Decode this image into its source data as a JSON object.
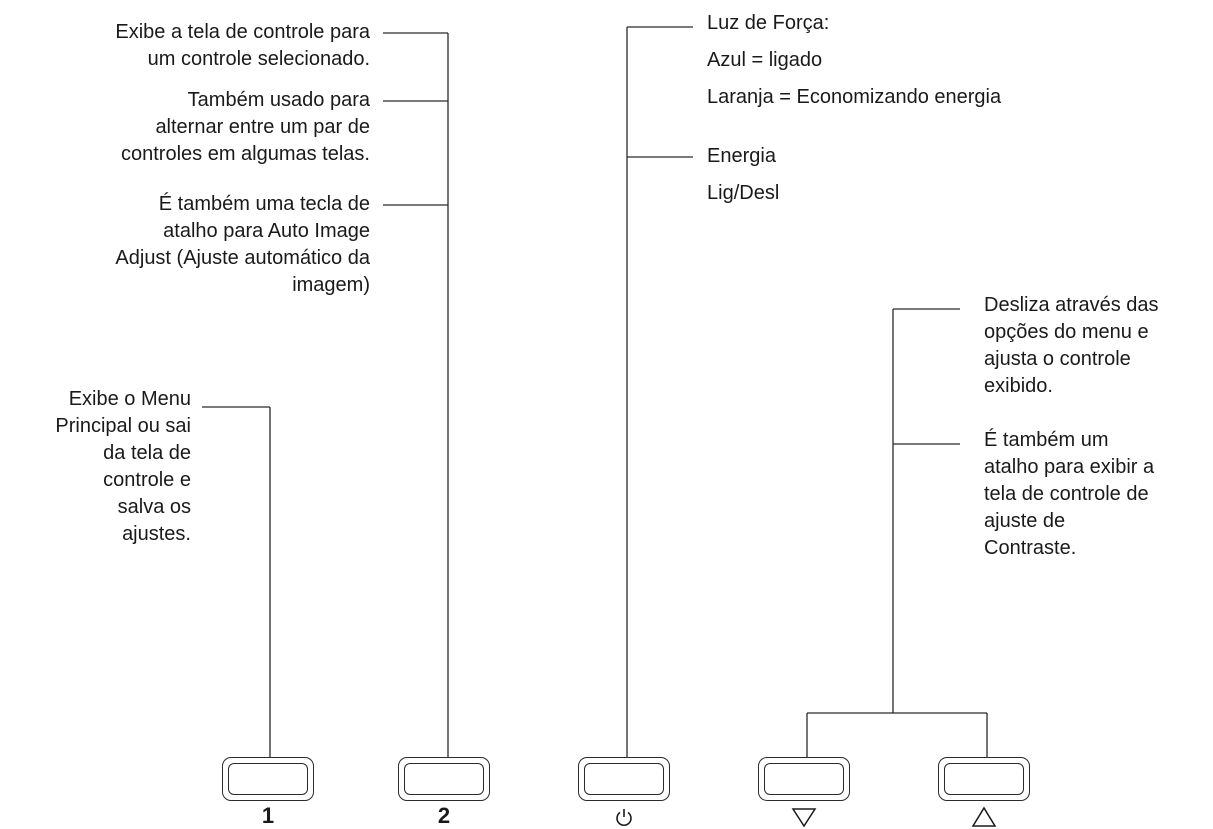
{
  "callouts": {
    "key2_line1": [
      "Exibe a tela de controle para",
      "um controle selecionado."
    ],
    "key2_line2": [
      "Também usado para",
      "alternar entre um par de",
      "controles em algumas telas."
    ],
    "key2_line3": [
      "É também uma tecla de",
      "atalho para Auto Image",
      "Adjust (Ajuste automático da",
      "imagem)"
    ],
    "key1": [
      "Exibe o Menu",
      "Principal ou sai",
      "da tela de",
      "controle e",
      "salva os",
      "ajustes."
    ],
    "power_light": [
      "Luz de Força:",
      "Azul = ligado",
      "Laranja = Economizando energia"
    ],
    "power_button": [
      "Energia",
      "Lig/Desl"
    ],
    "arrows_1": [
      "Desliza através das",
      "opções do menu e",
      "ajusta o controle",
      "exibido."
    ],
    "arrows_2": [
      "É também um",
      "atalho para exibir a",
      "tela de controle de",
      "ajuste de",
      "Contraste."
    ]
  },
  "keys": {
    "key1_label": "1",
    "key2_label": "2",
    "power_icon": "power-icon",
    "down_icon": "triangle-down-icon",
    "up_icon": "triangle-up-icon"
  }
}
